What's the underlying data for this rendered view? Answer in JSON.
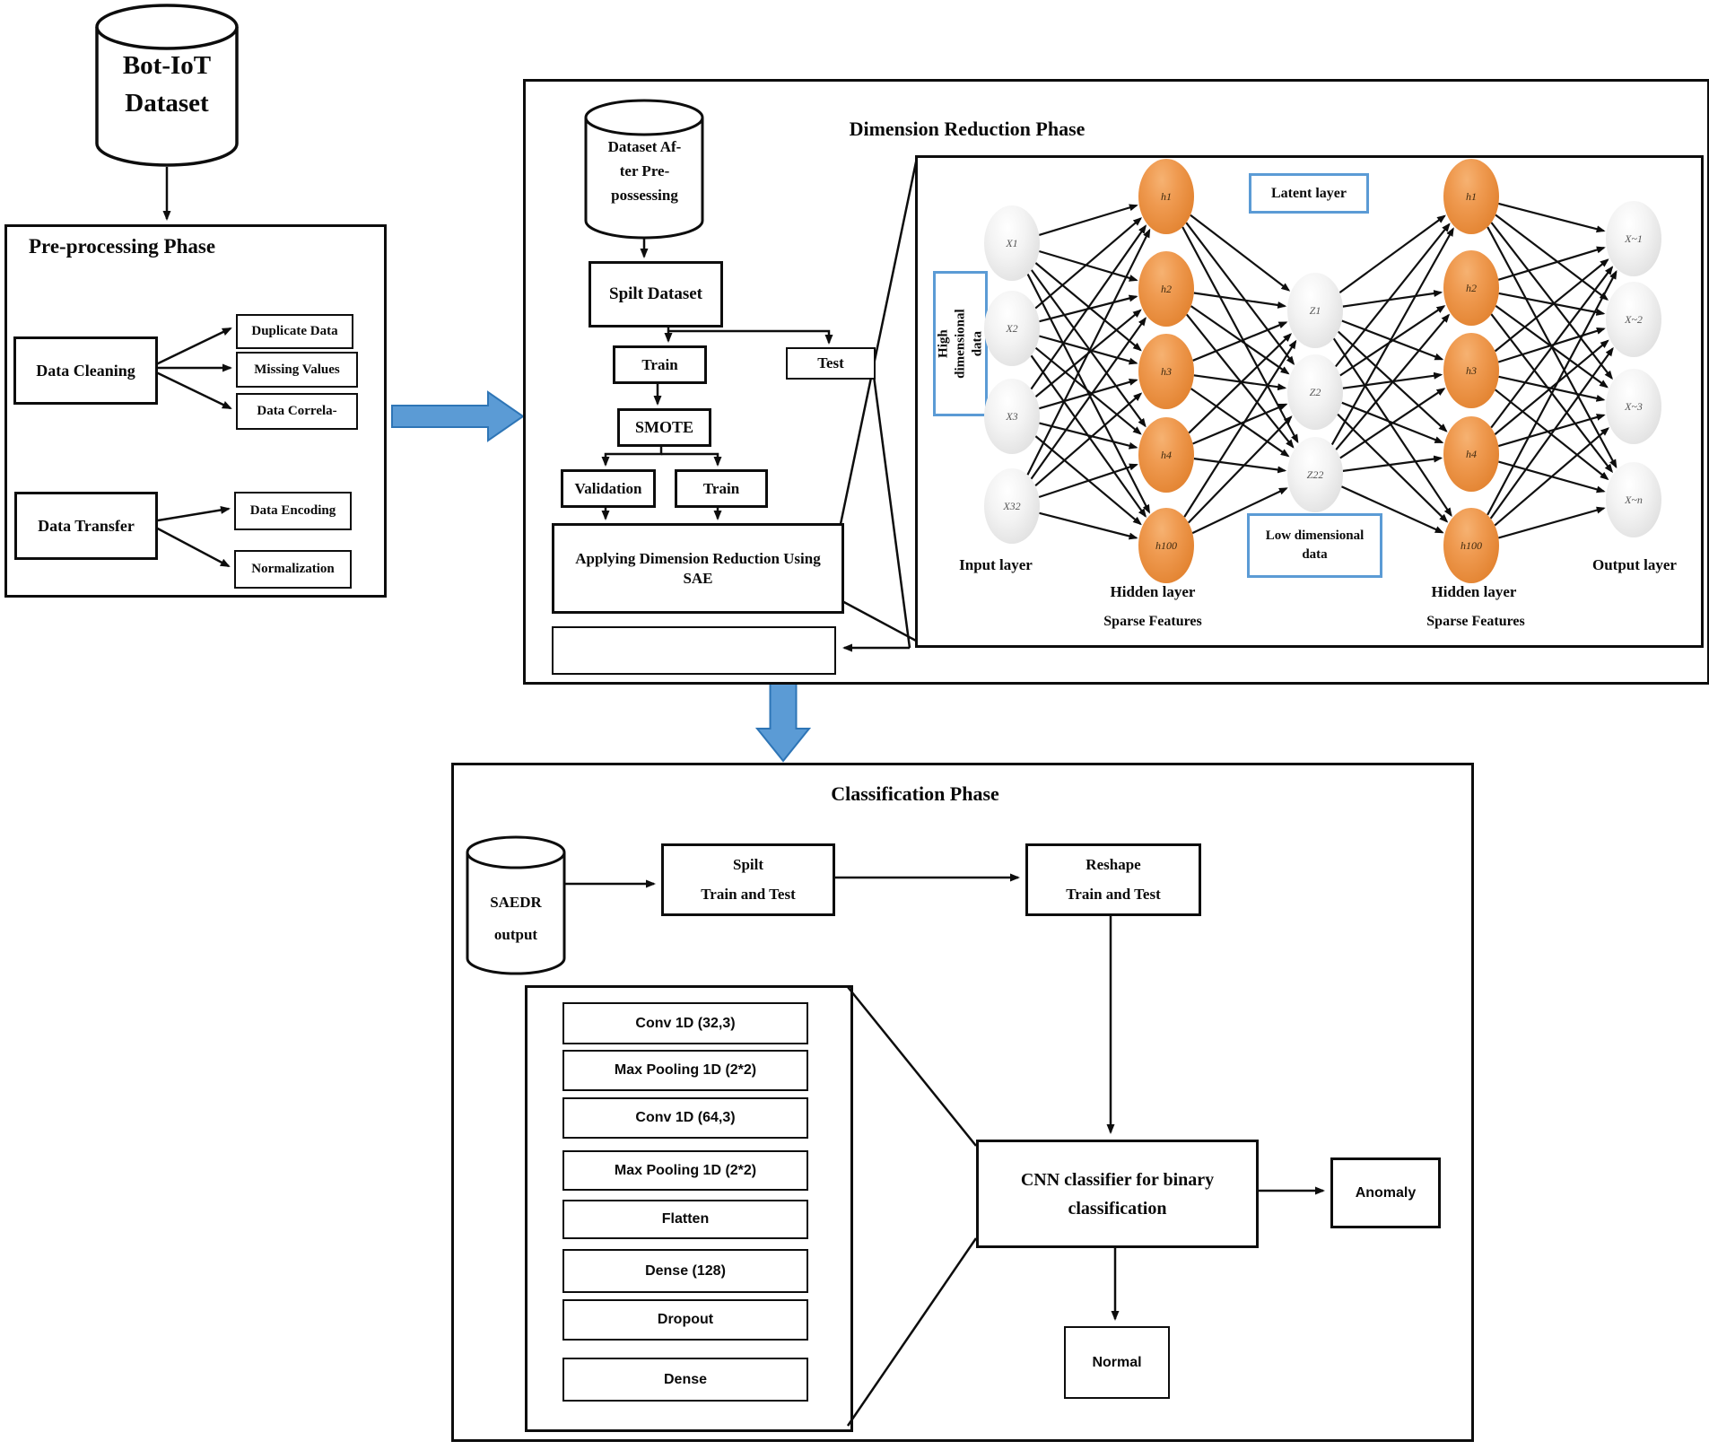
{
  "source": {
    "line1": "Bot-IoT",
    "line2": "Dataset"
  },
  "preprocessing": {
    "title": "Pre-processing Phase",
    "data_cleaning": "Data Cleaning",
    "duplicate_data": "Duplicate Data",
    "missing_values": "Missing Values",
    "data_correlation": "Data Correla-",
    "data_transfer": "Data Transfer",
    "data_encoding": "Data Encoding",
    "normalization": "Normalization"
  },
  "dimension_reduction": {
    "title": "Dimension Reduction  Phase",
    "cylinder": {
      "line1": "Dataset Af-",
      "line2": "ter Pre-",
      "line3": "possessing"
    },
    "split_dataset": "Spilt Dataset",
    "train": "Train",
    "test": "Test",
    "smote": "SMOTE",
    "validation": "Validation",
    "train2": "Train",
    "sae_line1": "Applying Dimension Reduction Using",
    "sae_line2": "SAE"
  },
  "network": {
    "high_dim_label": "High dimensional data",
    "latent_label": "Latent layer",
    "low_dim_label": "Low dimensional data",
    "input_nodes": [
      "X1",
      "X2",
      "X3",
      "X32"
    ],
    "hidden1_nodes": [
      "h1",
      "h2",
      "h3",
      "h4",
      "h100"
    ],
    "latent_nodes": [
      "Z1",
      "Z2",
      "Z22"
    ],
    "hidden2_nodes": [
      "h1",
      "h2",
      "h3",
      "h4",
      "h100"
    ],
    "output_nodes": [
      "X~1",
      "X~2",
      "X~3",
      "X~n"
    ],
    "input_layer_label": "Input layer",
    "hidden_layer_label": "Hidden layer",
    "sparse_features_label": "Sparse Features",
    "hidden_layer_label2": "Hidden layer",
    "sparse_features_label2": "Sparse Features",
    "output_layer_label": "Output layer"
  },
  "classification": {
    "title": "Classification  Phase",
    "cylinder": {
      "line1": "SAEDR",
      "line2": "output"
    },
    "split": {
      "line1": "Spilt",
      "line2": "Train  and  Test"
    },
    "reshape": {
      "line1": "Reshape",
      "line2": "Train  and  Test"
    },
    "cnn_layers": [
      "Conv 1D (32,3)",
      "Max Pooling 1D  (2*2)",
      "Conv 1D (64,3)",
      "Max Pooling 1D  (2*2)",
      "Flatten",
      "Dense (128)",
      "Dropout",
      "Dense"
    ],
    "classifier": {
      "line1": "CNN classifier for binary",
      "line2": "classification"
    },
    "anomaly": "Anomaly",
    "normal": "Normal"
  },
  "colors": {
    "hidden_node": "#E8833A",
    "io_node": "#EFEFEF",
    "label_box_border": "#5B9BD5",
    "flow_arrow_fill": "#5B9BD5",
    "flow_arrow_stroke": "#2E75B6",
    "line": "#0d0d0d"
  }
}
